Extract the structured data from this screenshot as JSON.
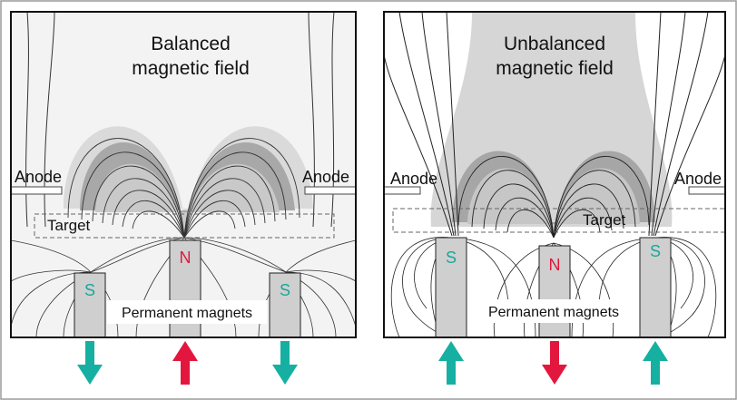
{
  "panels": [
    {
      "title_line1": "Balanced",
      "title_line2": "magnetic field",
      "anode_left": "Anode",
      "anode_right": "Anode",
      "target": "Target",
      "magnets_label": "Permanent magnets",
      "magnets": [
        "S",
        "N",
        "S"
      ],
      "arrows": [
        "down",
        "up",
        "down"
      ]
    },
    {
      "title_line1": "Unbalanced",
      "title_line2": "magnetic field",
      "anode_left": "Anode",
      "anode_right": "Anode",
      "target": "Target",
      "magnets_label": "Permanent magnets",
      "magnets": [
        "S",
        "N",
        "S"
      ],
      "arrows": [
        "up",
        "down",
        "up"
      ]
    }
  ],
  "colors": {
    "frame": "#8a8a8a",
    "field_light": "#d9d9d9",
    "field_mid": "#b8b8b8",
    "field_dark": "#9a9a9a",
    "magnet_fill": "#cfcfcf",
    "south_text": "#1aa79a",
    "north_text": "#e0183c",
    "arrow_teal": "#16b0a2",
    "arrow_red": "#e3173e"
  }
}
